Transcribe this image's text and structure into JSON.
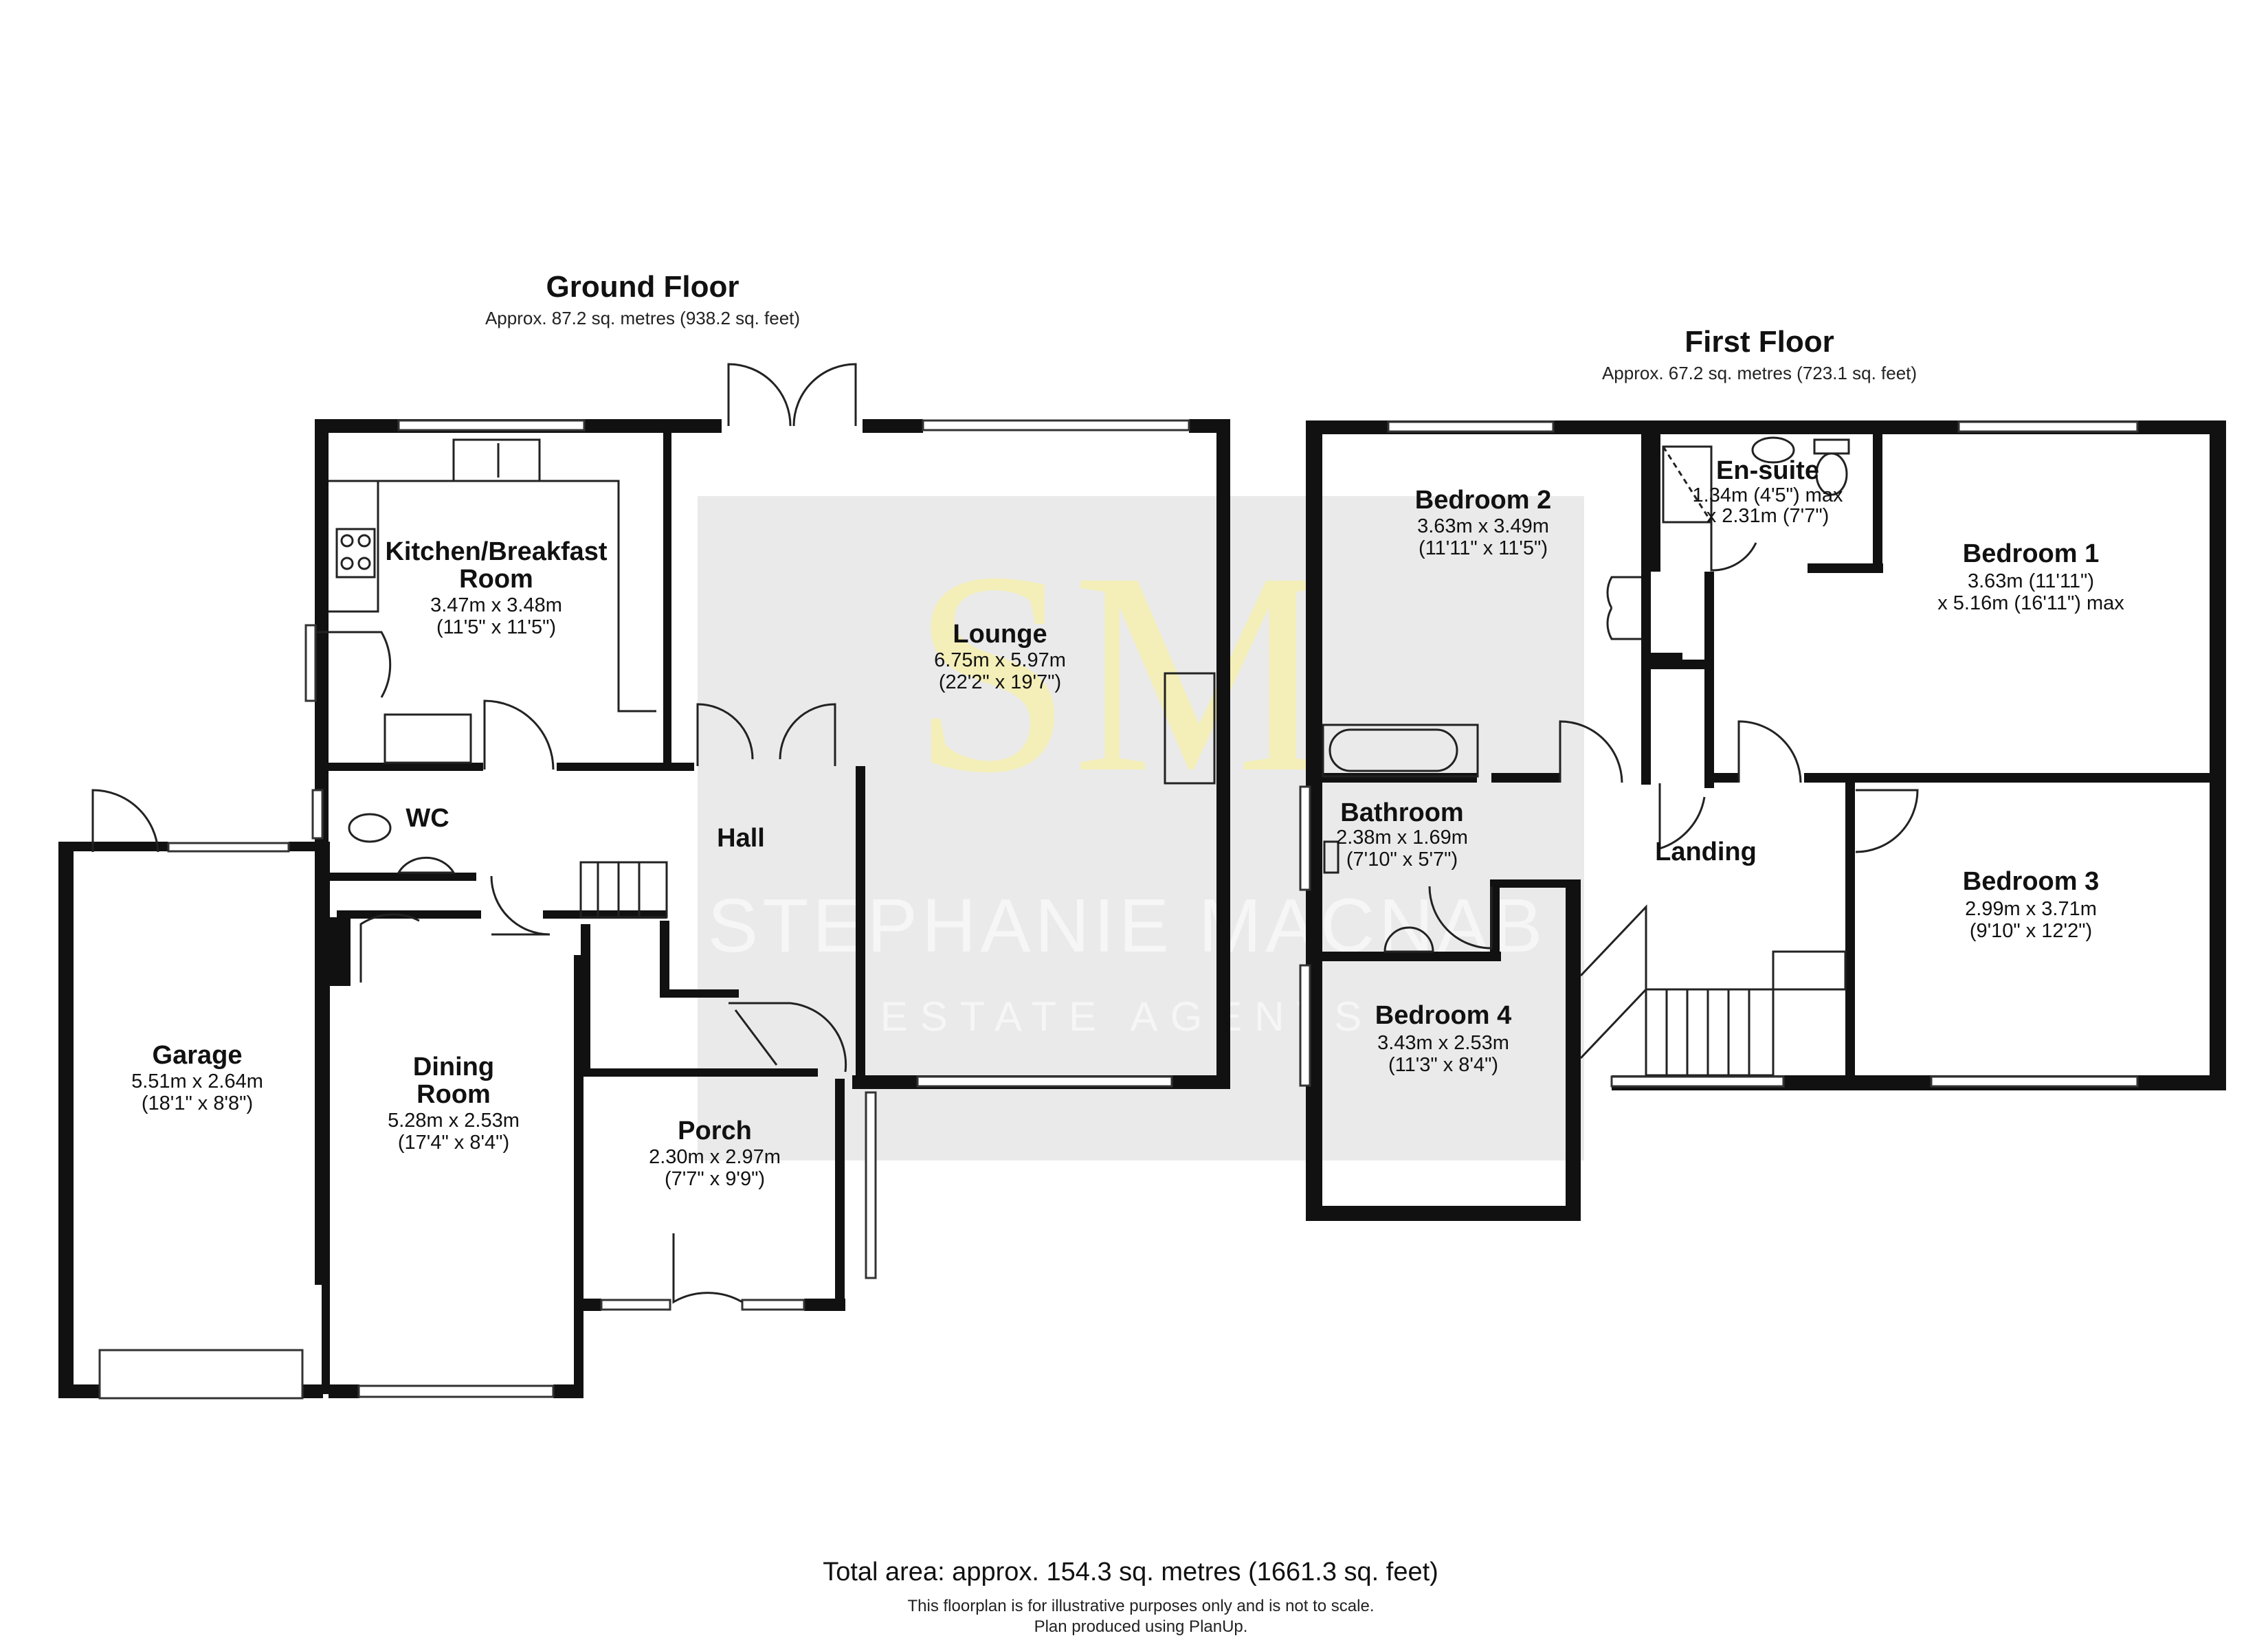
{
  "ground_floor": {
    "title": "Ground Floor",
    "area": "Approx. 87.2 sq. metres (938.2 sq. feet)",
    "rooms": {
      "kitchen": {
        "name_line1": "Kitchen/Breakfast",
        "name_line2": "Room",
        "dim_m": "3.47m x 3.48m",
        "dim_ft": "(11'5\" x 11'5\")"
      },
      "lounge": {
        "name": "Lounge",
        "dim_m": "6.75m x 5.97m",
        "dim_ft": "(22'2\" x 19'7\")"
      },
      "wc": {
        "name": "WC"
      },
      "hall": {
        "name": "Hall"
      },
      "garage": {
        "name": "Garage",
        "dim_m": "5.51m x 2.64m",
        "dim_ft": "(18'1\" x 8'8\")"
      },
      "dining": {
        "name_line1": "Dining",
        "name_line2": "Room",
        "dim_m": "5.28m x 2.53m",
        "dim_ft": "(17'4\" x 8'4\")"
      },
      "porch": {
        "name": "Porch",
        "dim_m": "2.30m x 2.97m",
        "dim_ft": "(7'7\" x 9'9\")"
      }
    }
  },
  "first_floor": {
    "title": "First Floor",
    "area": "Approx. 67.2 sq. metres (723.1 sq. feet)",
    "rooms": {
      "bedroom2": {
        "name": "Bedroom 2",
        "dim_m": "3.63m x 3.49m",
        "dim_ft": "(11'11\" x 11'5\")"
      },
      "ensuite": {
        "name": "En-suite",
        "dim_line1": "1.34m (4'5\") max",
        "dim_line2": "x 2.31m (7'7\")"
      },
      "bedroom1": {
        "name": "Bedroom 1",
        "dim_line1": "3.63m (11'11\")",
        "dim_line2": "x 5.16m (16'11\") max"
      },
      "bathroom": {
        "name": "Bathroom",
        "dim_m": "2.38m x 1.69m",
        "dim_ft": "(7'10\" x 5'7\")"
      },
      "landing": {
        "name": "Landing"
      },
      "bedroom3": {
        "name": "Bedroom 3",
        "dim_m": "2.99m x 3.71m",
        "dim_ft": "(9'10\" x 12'2\")"
      },
      "bedroom4": {
        "name": "Bedroom 4",
        "dim_m": "3.43m x 2.53m",
        "dim_ft": "(11'3\" x 8'4\")"
      }
    }
  },
  "watermark": {
    "monogram": "SM",
    "agency": "STEPHANIE MACNAB",
    "tagline": "ESTATE AGENTS"
  },
  "footer": {
    "total_area": "Total area: approx. 154.3 sq. metres (1661.3 sq. feet)",
    "disclaimer": "This floorplan is for illustrative purposes only and is not to scale.",
    "credit": "Plan produced using PlanUp."
  },
  "colors": {
    "wall": "#111111",
    "watermark_panel": "#d9d9d9",
    "watermark_monogram": "#f6f0b0"
  }
}
